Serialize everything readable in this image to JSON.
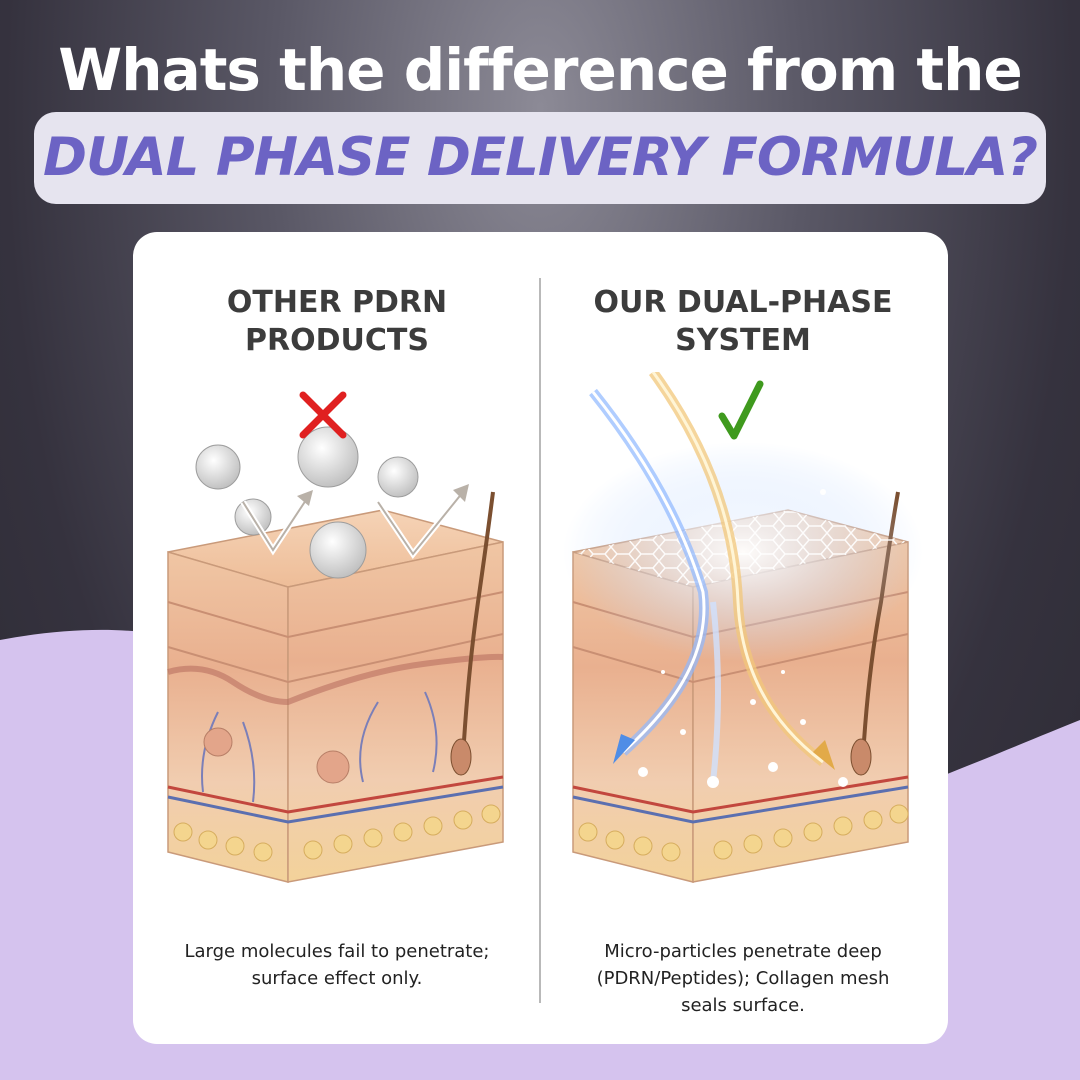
{
  "header": {
    "title": "Whats the difference from the",
    "subtitle": "DUAL PHASE DELIVERY FORMULA?"
  },
  "comparison": {
    "left": {
      "title": "OTHER PDRN\nPRODUCTS",
      "caption": "Large molecules fail to penetrate;\nsurface effect only.",
      "status_icon": "x-icon"
    },
    "right": {
      "title": "OUR DUAL-PHASE\nSYSTEM",
      "caption": "Micro-particles penetrate deep\n(PDRN/Peptides); Collagen mesh\nseals surface.",
      "status_icon": "check-icon"
    }
  },
  "colors": {
    "accent": "#6c63c4",
    "lavender_wave": "#d5c3ee",
    "x_red": "#e02020",
    "check_green": "#3f9a1e"
  }
}
